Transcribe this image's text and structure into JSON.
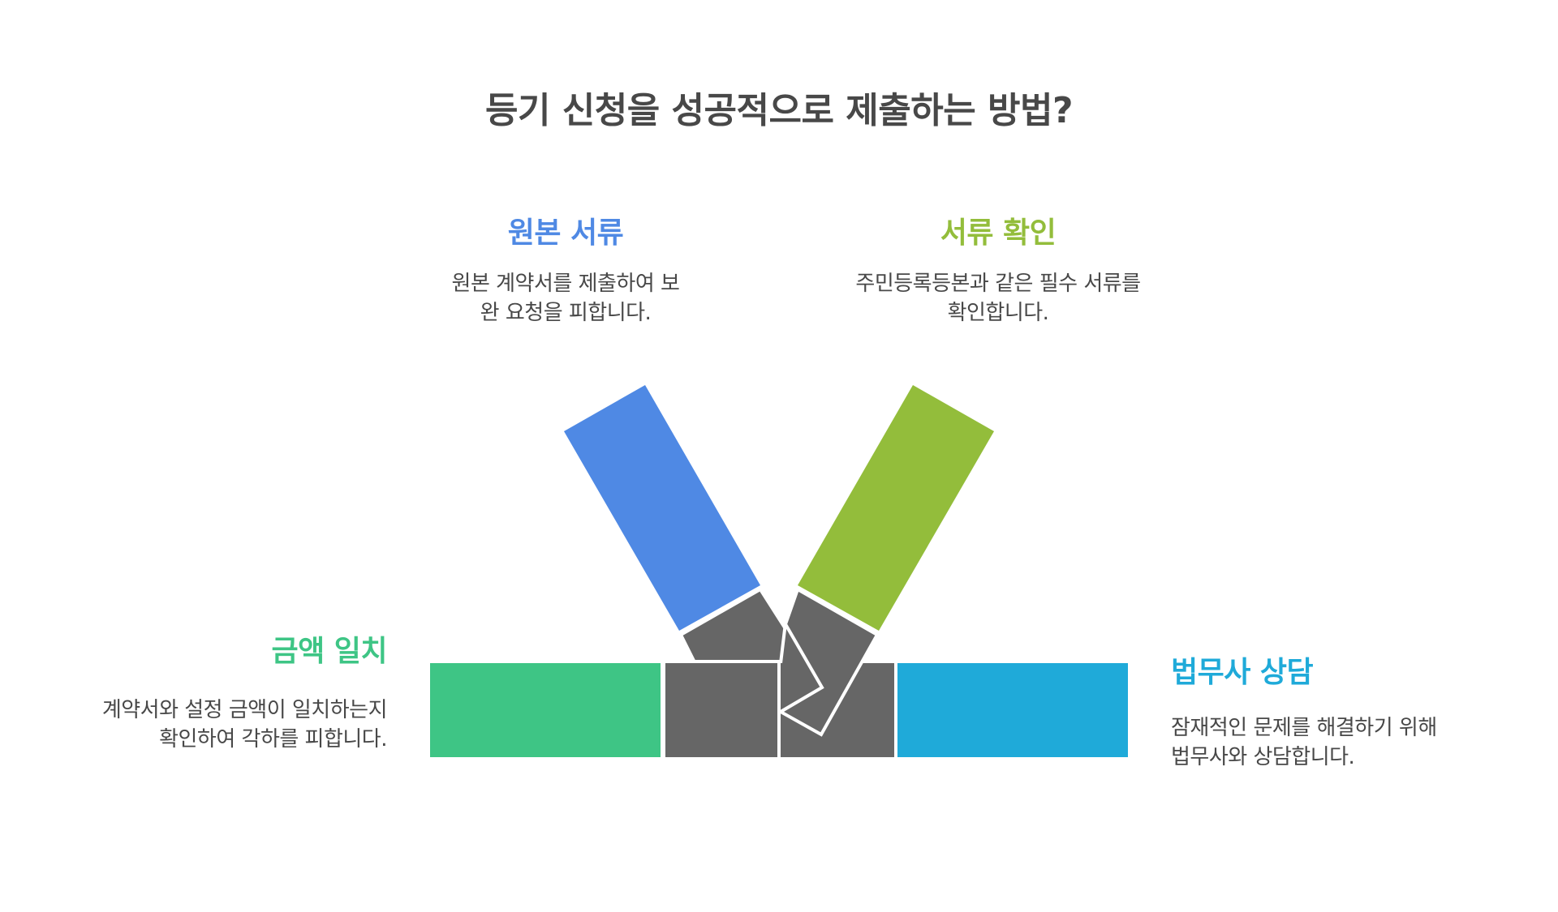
{
  "title": "등기 신청을 성공적으로 제출하는 방법?",
  "colors": {
    "title_text": "#484848",
    "body_text": "#484848",
    "connector_gray": "#666666",
    "background": "#ffffff"
  },
  "items": {
    "original_docs": {
      "heading": "원본 서류",
      "description": "원본 계약서를 제출하여 보완 요청을 피합니다.",
      "color": "#4F89E4",
      "position": "top-left"
    },
    "doc_check": {
      "heading": "서류 확인",
      "description": "주민등록등본과 같은 필수 서류를 확인합니다.",
      "color": "#93BD3B",
      "position": "top-right"
    },
    "amount_match": {
      "heading": "금액 일치",
      "description": "계약서와 설정 금액이 일치하는지 확인하여 각하를 피합니다.",
      "color": "#3EC585",
      "position": "bottom-left"
    },
    "legal_consult": {
      "heading": "법무사 상담",
      "description": "잠재적인 문제를 해결하기 위해 법무사와 상담합니다.",
      "color": "#1FAAD9",
      "position": "bottom-right"
    }
  }
}
